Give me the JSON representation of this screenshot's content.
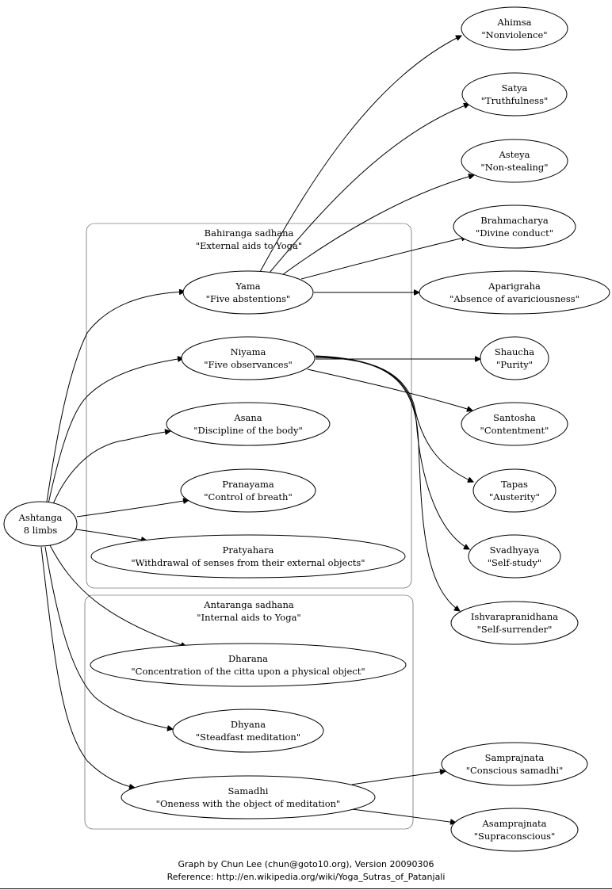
{
  "clusters": {
    "bahiranga": {
      "title": "Bahiranga sadhana",
      "subtitle": "\"External aids to Yoga\""
    },
    "antaranga": {
      "title": "Antaranga sadhana",
      "subtitle": "\"Internal aids to Yoga\""
    }
  },
  "nodes": {
    "ashtanga": {
      "title": "Ashtanga",
      "subtitle": "8 limbs"
    },
    "yama": {
      "title": "Yama",
      "subtitle": "\"Five abstentions\""
    },
    "niyama": {
      "title": "Niyama",
      "subtitle": "\"Five observances\""
    },
    "asana": {
      "title": "Asana",
      "subtitle": "\"Discipline of the body\""
    },
    "pranayama": {
      "title": "Pranayama",
      "subtitle": "\"Control of breath\""
    },
    "pratyahara": {
      "title": "Pratyahara",
      "subtitle": "\"Withdrawal of senses from their external objects\""
    },
    "dharana": {
      "title": "Dharana",
      "subtitle": "\"Concentration of the citta upon a physical object\""
    },
    "dhyana": {
      "title": "Dhyana",
      "subtitle": "\"Steadfast meditation\""
    },
    "samadhi": {
      "title": "Samadhi",
      "subtitle": "\"Oneness with the object of meditation\""
    },
    "ahimsa": {
      "title": "Ahimsa",
      "subtitle": "\"Nonviolence\""
    },
    "satya": {
      "title": "Satya",
      "subtitle": "\"Truthfulness\""
    },
    "asteya": {
      "title": "Asteya",
      "subtitle": "\"Non-stealing\""
    },
    "brahmacharya": {
      "title": "Brahmacharya",
      "subtitle": "\"Divine conduct\""
    },
    "aparigraha": {
      "title": "Aparigraha",
      "subtitle": "\"Absence of avariciousness\""
    },
    "shaucha": {
      "title": "Shaucha",
      "subtitle": "\"Purity\""
    },
    "santosha": {
      "title": "Santosha",
      "subtitle": "\"Contentment\""
    },
    "tapas": {
      "title": "Tapas",
      "subtitle": "\"Austerity\""
    },
    "svadhyaya": {
      "title": "Svadhyaya",
      "subtitle": "\"Self-study\""
    },
    "ishvarapranidhana": {
      "title": "Ishvarapranidhana",
      "subtitle": "\"Self-surrender\""
    },
    "samprajnata": {
      "title": "Samprajnata",
      "subtitle": "\"Conscious samadhi\""
    },
    "asamprajnata": {
      "title": "Asamprajnata",
      "subtitle": "\"Supraconscious\""
    }
  },
  "edges": [
    [
      "ashtanga",
      "yama"
    ],
    [
      "ashtanga",
      "niyama"
    ],
    [
      "ashtanga",
      "asana"
    ],
    [
      "ashtanga",
      "pranayama"
    ],
    [
      "ashtanga",
      "pratyahara"
    ],
    [
      "ashtanga",
      "dharana"
    ],
    [
      "ashtanga",
      "dhyana"
    ],
    [
      "ashtanga",
      "samadhi"
    ],
    [
      "yama",
      "ahimsa"
    ],
    [
      "yama",
      "satya"
    ],
    [
      "yama",
      "asteya"
    ],
    [
      "yama",
      "brahmacharya"
    ],
    [
      "yama",
      "aparigraha"
    ],
    [
      "niyama",
      "shaucha"
    ],
    [
      "niyama",
      "santosha"
    ],
    [
      "niyama",
      "tapas"
    ],
    [
      "niyama",
      "svadhyaya"
    ],
    [
      "niyama",
      "ishvarapranidhana"
    ],
    [
      "samadhi",
      "samprajnata"
    ],
    [
      "samadhi",
      "asamprajnata"
    ]
  ],
  "footer": {
    "line1": "Graph by Chun Lee (chun@goto10.org), Version 20090306",
    "line2": "Reference: http://en.wikipedia.org/wiki/Yoga_Sutras_of_Patanjali"
  }
}
